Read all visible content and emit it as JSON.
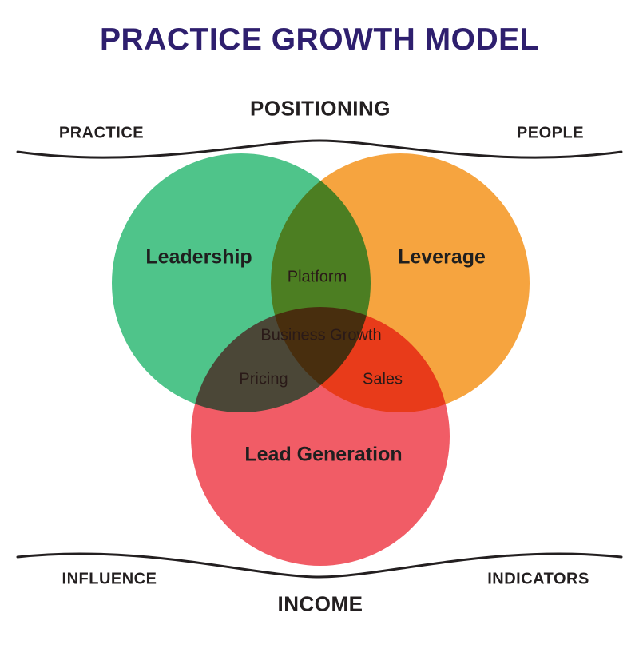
{
  "title": "PRACTICE GROWTH MODEL",
  "top_band": {
    "center_label": "POSITIONING",
    "left_label": "PRACTICE",
    "right_label": "PEOPLE"
  },
  "bottom_band": {
    "center_label": "INCOME",
    "left_label": "INFLUENCE",
    "right_label": "INDICATORS"
  },
  "circles": [
    {
      "id": "leadership",
      "label": "Leadership",
      "color": "#4fc48a"
    },
    {
      "id": "leverage",
      "label": "Leverage",
      "color": "#f6a43f"
    },
    {
      "id": "lead-generation",
      "label": "Lead Generation",
      "color": "#f15c66"
    }
  ],
  "overlaps": {
    "leadership_leverage": "Platform",
    "all_three": "Business Growth",
    "leadership_lead_generation": "Pricing",
    "leverage_lead_generation": "Sales"
  },
  "colors": {
    "title": "#2e1f6e",
    "text": "#231f20",
    "band_line": "#231f20"
  }
}
